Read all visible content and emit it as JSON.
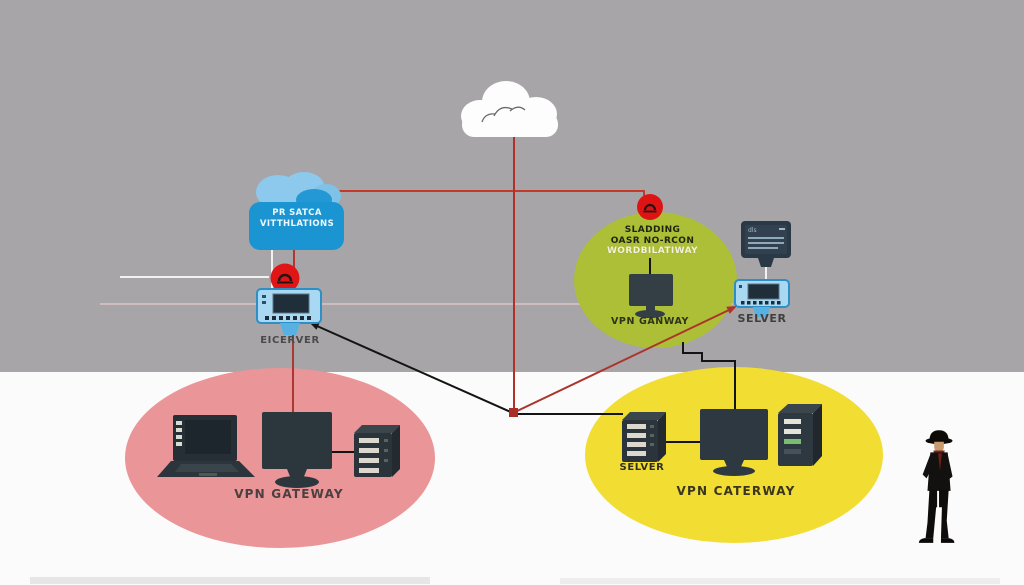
{
  "colors": {
    "background_top": "#a7a5a8",
    "background_bottom": "#fbfbfb",
    "vpn_cloud_blue": "#1b95d2",
    "vpn_cloud_light_blue": "#8cc9ec",
    "internet_cloud_white": "#fdfdfd",
    "olive_zone": "#adbf37",
    "pink_zone": "#ea9598",
    "yellow_zone": "#f2dd33",
    "alert_red": "#e01616",
    "connection_red": "#b23028",
    "connection_black": "#141414",
    "device_dark": "#2e3a42",
    "router_light_blue": "#a9d9f2"
  },
  "clouds": {
    "vpn_cloud": {
      "line1": "PR SATCA",
      "line2": "VITTHLATIONS"
    }
  },
  "nodes": {
    "receiver": {
      "label": "EICERVER"
    },
    "olive_zone": {
      "line1": "SLADDING",
      "line2": "OASR NO-RCON",
      "line3": "WORDBILATIWAY",
      "monitor_label": "VPN GANWAY"
    },
    "server_right": {
      "label": "SELVER",
      "screen_text": "dls"
    },
    "pink_zone": {
      "label": "VPN GATEWAY"
    },
    "yellow_zone": {
      "server_label": "SELVER",
      "label": "VPN CATERWAY"
    }
  }
}
